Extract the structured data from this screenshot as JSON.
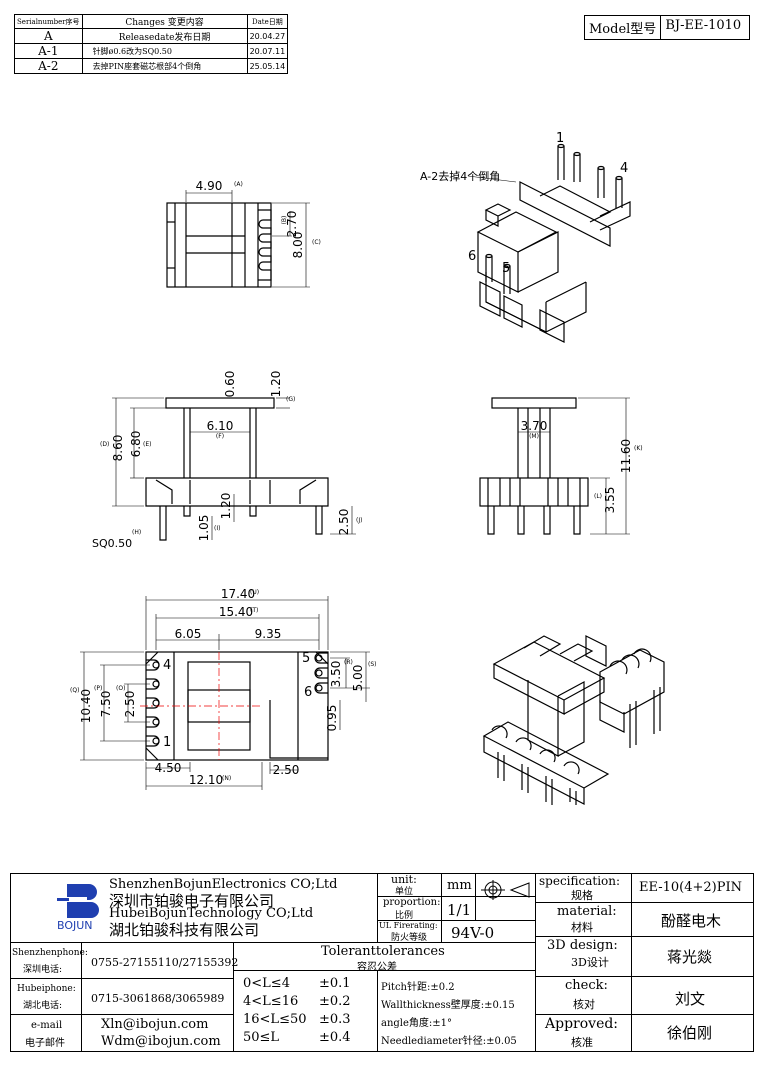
{
  "revision_table": {
    "headers": {
      "serial": "Serialnumber序号",
      "changes": "Changes 变更内容",
      "date": "Date日期"
    },
    "rows": [
      {
        "serial": "A",
        "change": "Releasedate发布日期",
        "date": "20.04.27"
      },
      {
        "serial": "A-1",
        "change": "针脚ø0.6改为SQ0.50",
        "date": "20.07.11"
      },
      {
        "serial": "A-2",
        "change": "去掉PIN座套磁芯根部4个倒角",
        "date": "25.05.14"
      }
    ]
  },
  "model": {
    "label": "Model型号",
    "value": "BJ-EE-1010"
  },
  "drawing": {
    "top_view": {
      "dim_a": "4.90",
      "tag_a": "(A)",
      "dim_b": "2.70",
      "tag_b": "(B)",
      "dim_c": "8.00",
      "tag_c": "(C)"
    },
    "front_view": {
      "dim_060": "0.60",
      "dim_120_top": "1.20",
      "tag_g": "(G)",
      "dim_610": "6.10",
      "tag_f": "(F)",
      "dim_860": "8.60",
      "tag_d": "(D)",
      "dim_680": "6.80",
      "tag_e": "(E)",
      "dim_120_mid": "1.20",
      "dim_105": "1.05",
      "tag_i": "(I)",
      "dim_250": "2.50",
      "tag_j": "(J)",
      "tag_h": "(H)",
      "pin_note": "SQ0.50"
    },
    "side_view": {
      "dim_370": "3.70",
      "tag_m": "(M)",
      "dim_1160": "11.60",
      "tag_k": "(K)",
      "dim_355": "3.55",
      "tag_l": "(L)"
    },
    "bottom_view": {
      "dim_1740": "17.40",
      "tag_u": "(U)",
      "dim_1540": "15.40",
      "tag_t": "(T)",
      "dim_605": "6.05",
      "dim_935": "9.35",
      "dim_1040": "10.40",
      "tag_q": "(Q)",
      "dim_750": "7.50",
      "tag_p": "(P)",
      "dim_250": "2.50",
      "tag_o": "(O)",
      "dim_350": "3.50",
      "tag_r": "(R)",
      "dim_500": "5.00",
      "tag_s": "(S)",
      "dim_095": "0.95",
      "dim_450": "4.50",
      "dim_1210": "12.10",
      "tag_n": "(N)",
      "dim_250b": "2.50",
      "pin_4": "4",
      "pin_1": "1",
      "pin_5": "5",
      "pin_6": "6"
    },
    "iso_view": {
      "pin_1": "1",
      "pin_4": "4",
      "pin_5": "5",
      "pin_6": "6",
      "note": "A-2去掉4个倒角"
    }
  },
  "title_block": {
    "company_en_1": "ShenzhenBojunElectronics CO;Ltd",
    "company_cn_1": "深圳市铂骏电子有限公司",
    "company_en_2": "HubeiBojunTechnology CO;Ltd",
    "company_cn_2": "湖北铂骏科技有限公司",
    "logo_text": "BOJUN",
    "unit_label": "unit:",
    "unit_label_cn": "单位",
    "unit_value": "mm",
    "proportion_label": "proportion:",
    "proportion_label_cn": "比例",
    "proportion_value": "1/1",
    "ul_label": "UL Firerating:",
    "ul_label_cn": "防火等级",
    "ul_value": "94V-0",
    "spec_label": "specification:",
    "spec_label_cn": "规格",
    "spec_value": "EE-10(4+2)PIN",
    "material_label": "material:",
    "material_label_cn": "材料",
    "material_value": "酚醛电木",
    "design_label": "3D design:",
    "design_label_cn": "3D设计",
    "design_value": "蒋光燚",
    "check_label": "check:",
    "check_label_cn": "核对",
    "check_value": "刘文",
    "approved_label": "Approved:",
    "approved_label_cn": "核准",
    "approved_value": "徐伯刚",
    "shenzhen_phone_label": "Shenzhenphone:",
    "shenzhen_phone_label_cn": "深圳电话:",
    "shenzhen_phone": "0755-27155110/27155392",
    "hubei_phone_label": "Hubeiphone:",
    "hubei_phone_label_cn": "湖北电话:",
    "hubei_phone": "0715-3061868/3065989",
    "email_label": "e-mail",
    "email_label_cn": "电子邮件",
    "email_1": "Xln@ibojun.com",
    "email_2": "Wdm@ibojun.com",
    "tolerance_title": "Toleranttolerances",
    "tolerance_title_cn": "容忍公差",
    "tolerances": [
      {
        "range": "0<L≤4",
        "value": "±0.1"
      },
      {
        "range": "4<L≤16",
        "value": "±0.2"
      },
      {
        "range": "16<L≤50",
        "value": "±0.3"
      },
      {
        "range": "50≤L",
        "value": "±0.4"
      }
    ],
    "pitch": "Pitch针距:±0.2",
    "wall": "Wallthickness壁厚度:±0.15",
    "angle": "angle角度:±1°",
    "needle": "Needlediameter针径:±0.05"
  }
}
